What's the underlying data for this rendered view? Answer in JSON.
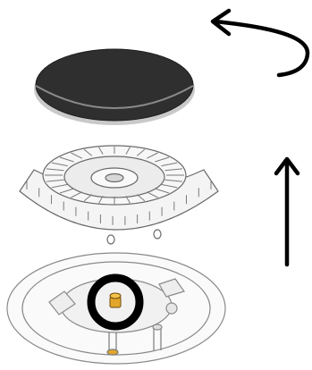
{
  "diagram": {
    "parts": [
      {
        "name": "burner-cap",
        "icon": "black-disc"
      },
      {
        "name": "flame-spreader",
        "icon": "ribbed-crown"
      },
      {
        "name": "burner-base",
        "icon": "base-plate"
      },
      {
        "name": "injector-nozzle",
        "icon": "highlighted-jet"
      }
    ],
    "colors": {
      "cap": "#2f2f2f",
      "cap_rim": "#c9c9c9",
      "metal_fill": "#f4f4f4",
      "metal_line": "#6a6a6a",
      "injector": "#e3a62a",
      "marker": "#000000",
      "background": "#ffffff"
    },
    "annotations": [
      {
        "name": "rotate-arrow",
        "icon": "curved-arrow-left"
      },
      {
        "name": "lift-arrow",
        "icon": "arrow-up"
      },
      {
        "name": "injector-highlight-ring",
        "icon": "circle-highlight"
      }
    ]
  }
}
